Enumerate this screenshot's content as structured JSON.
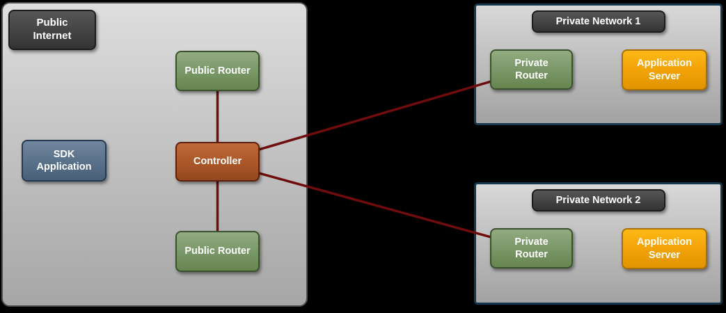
{
  "canvas": {
    "background": "#000000"
  },
  "colors": {
    "connection": "#6F0D0D",
    "router_green": "#7c9a6b",
    "controller_orange": "#ad5a2b",
    "sdk_slate": "#5d748d",
    "server_amber": "#f3a509",
    "badge_gray": "#454545"
  },
  "public_internet": {
    "title": "Public Internet",
    "nodes": {
      "sdk_application": "SDK Application",
      "public_router_top": "Public Router",
      "controller": "Controller",
      "public_router_bottom": "Public Router"
    }
  },
  "private_network_1": {
    "title": "Private Network 1",
    "nodes": {
      "private_router": "Private Router",
      "application_server": "Application Server"
    }
  },
  "private_network_2": {
    "title": "Private Network 2",
    "nodes": {
      "private_router": "Private Router",
      "application_server": "Application Server"
    }
  },
  "connections": [
    {
      "from": "public-router-top",
      "to": "controller"
    },
    {
      "from": "controller",
      "to": "public-router-bottom"
    },
    {
      "from": "controller",
      "to": "private-router-1"
    },
    {
      "from": "controller",
      "to": "private-router-2"
    }
  ]
}
